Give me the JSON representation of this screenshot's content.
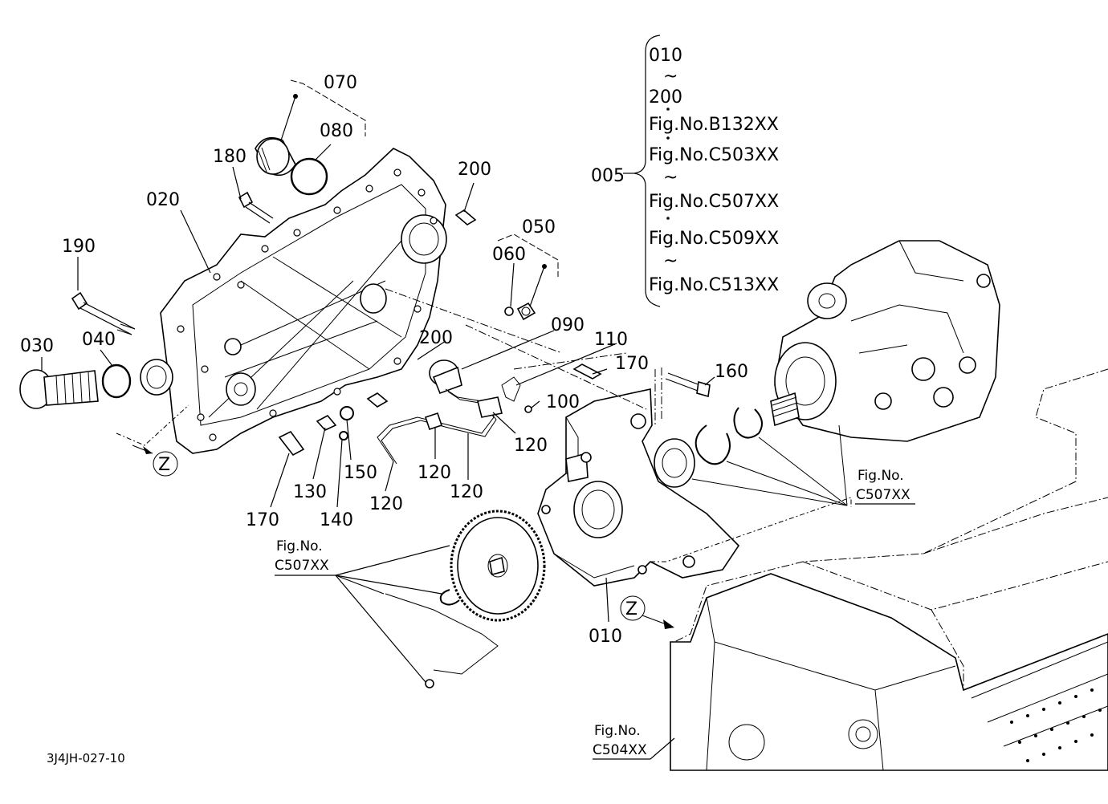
{
  "labels": {
    "p010_top": "010",
    "tilde1": "~",
    "p200_top": "200",
    "figB132": "Fig.No.B132XX",
    "figC503": "Fig.No.C503XX",
    "tilde2": "~",
    "figC507_list": "Fig.No.C507XX",
    "figC509": "Fig.No.C509XX",
    "tilde3": "~",
    "figC513": "Fig.No.C513XX",
    "p005": "005",
    "p070": "070",
    "p080": "080",
    "p180": "180",
    "p020": "020",
    "p200a": "200",
    "p050": "050",
    "p060": "060",
    "p190": "190",
    "p030": "030",
    "p040": "040",
    "p200b": "200",
    "p090": "090",
    "p110": "110",
    "p170a": "170",
    "p160": "160",
    "p100": "100",
    "p120a": "120",
    "p120b": "120",
    "p120c": "120",
    "p120d": "120",
    "p150": "150",
    "p130": "130",
    "p140": "140",
    "p170b": "170",
    "p010": "010",
    "z1": "Z",
    "z2": "Z",
    "fig_right_1": "Fig.No.",
    "fig_right_2": "C507XX",
    "fig_left_1": "Fig.No.",
    "fig_left_2": "C507XX",
    "fig_bottom_1": "Fig.No.",
    "fig_bottom_2": "C504XX",
    "drawing_code": "3J4JH-027-10"
  }
}
